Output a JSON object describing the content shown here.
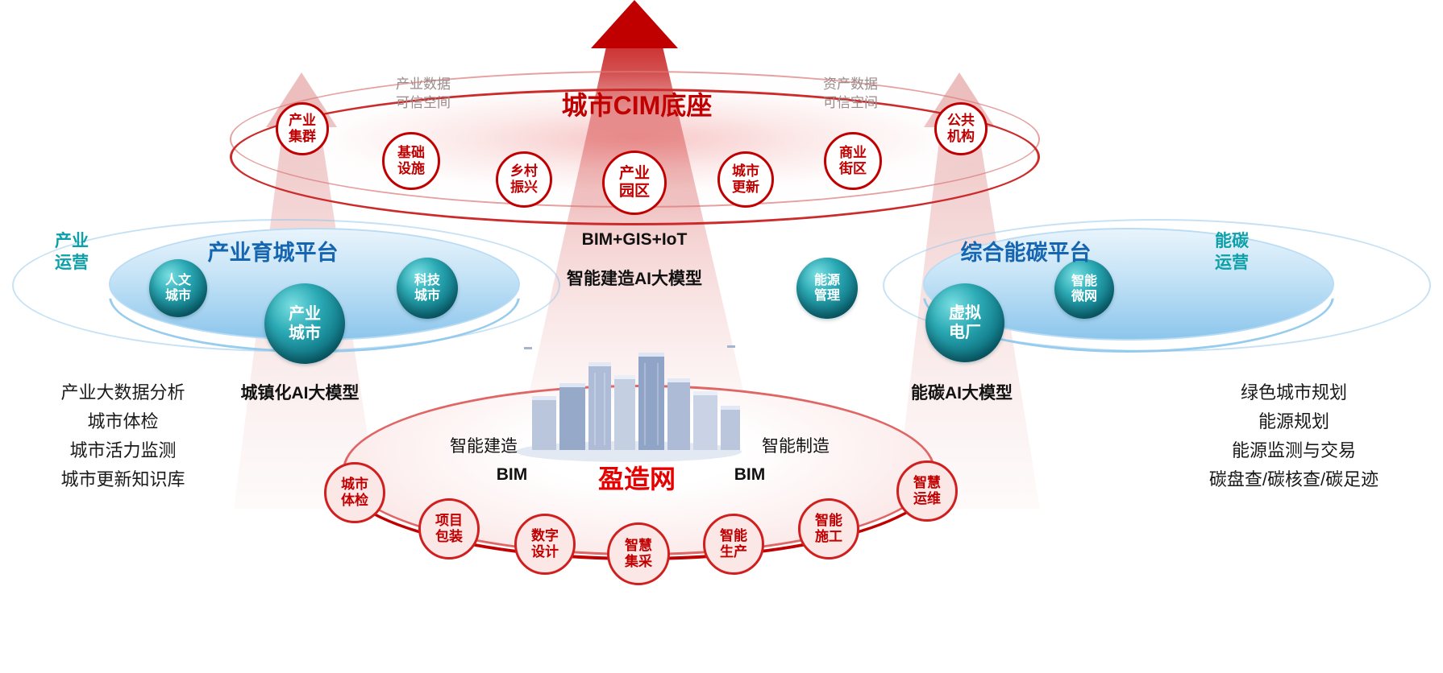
{
  "top": {
    "title": "城市CIM底座",
    "left_data_label": "产业数据\n可信空间",
    "right_data_label": "资产数据\n可信空间",
    "nodes": [
      {
        "label": "产业\n集群"
      },
      {
        "label": "基础\n设施"
      },
      {
        "label": "乡村\n振兴"
      },
      {
        "label": "产业\n园区"
      },
      {
        "label": "城市\n更新"
      },
      {
        "label": "商业\n街区"
      },
      {
        "label": "公共\n机构"
      }
    ]
  },
  "center": {
    "tech_label": "BIM+GIS+IoT",
    "model_label": "智能建造AI大模型"
  },
  "left_platform": {
    "title": "产业育城平台",
    "side_label": "产业\n运营",
    "spheres": [
      {
        "label": "人文\n城市"
      },
      {
        "label": "产业\n城市"
      },
      {
        "label": "科技\n城市"
      }
    ],
    "model_label": "城镇化AI大模型",
    "capabilities": [
      "产业大数据分析",
      "城市体检",
      "城市活力监测",
      "城市更新知识库"
    ]
  },
  "right_platform": {
    "title": "综合能碳平台",
    "side_label": "能碳\n运营",
    "spheres": [
      {
        "label": "能源\n管理"
      },
      {
        "label": "虚拟\n电厂"
      },
      {
        "label": "智能\n微网"
      }
    ],
    "model_label": "能碳AI大模型",
    "capabilities": [
      "绿色城市规划",
      "能源规划",
      "能源监测与交易",
      "碳盘查/碳核查/碳足迹"
    ]
  },
  "bottom": {
    "title": "盈造网",
    "left_label": "智能建造",
    "right_label": "智能制造",
    "bim_left": "BIM",
    "bim_right": "BIM",
    "nodes": [
      {
        "label": "城市\n体检"
      },
      {
        "label": "项目\n包装"
      },
      {
        "label": "数字\n设计"
      },
      {
        "label": "智慧\n集采"
      },
      {
        "label": "智能\n生产"
      },
      {
        "label": "智能\n施工"
      },
      {
        "label": "智慧\n运维"
      }
    ]
  },
  "colors": {
    "primary_red": "#c00000",
    "platform_blue": "#1565b0",
    "teal": "#0da0a8"
  }
}
